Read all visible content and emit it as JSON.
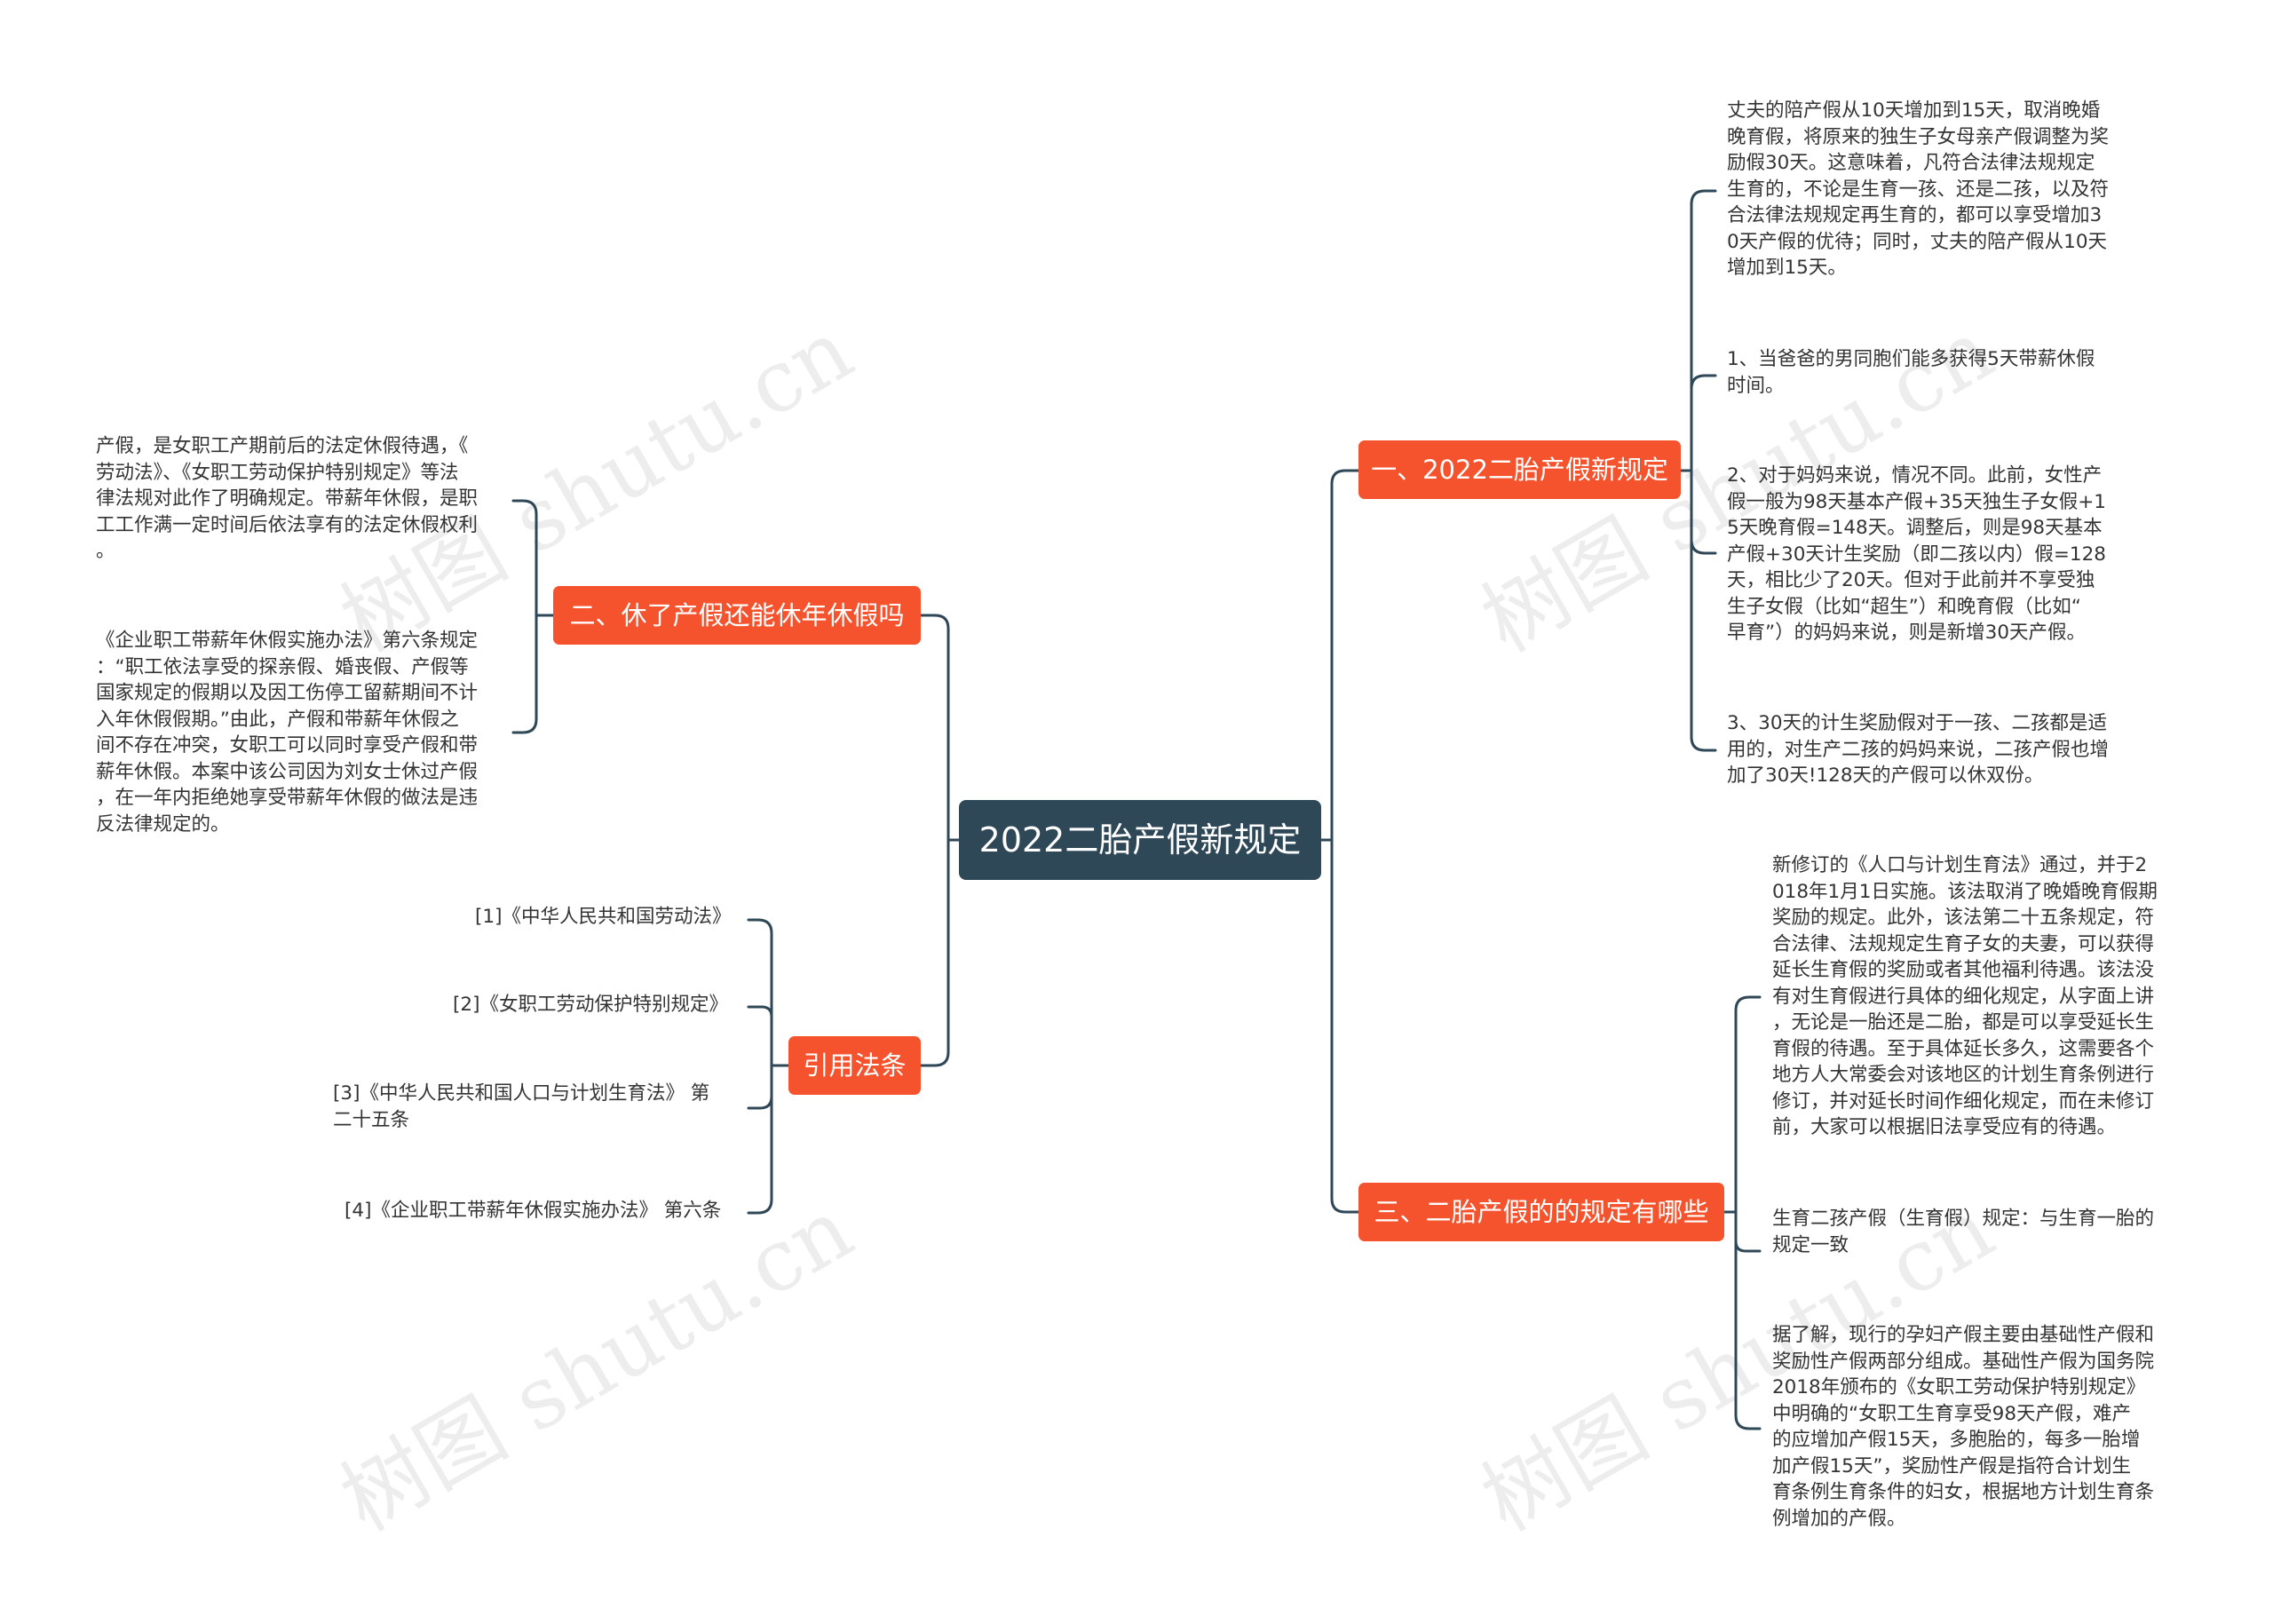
{
  "watermark": "树图 shutu.cn",
  "root": {
    "title": "2022二胎产假新规定"
  },
  "branch1": {
    "label": "一、2022二胎产假新规定",
    "leaf1": [
      "丈夫的陪产假从10天增加到15天，取消晚婚",
      "晚育假，将原来的独生子女母亲产假调整为奖",
      "励假30天。这意味着，凡符合法律法规规定",
      "生育的，不论是生育一孩、还是二孩，以及符",
      "合法律法规规定再生育的，都可以享受增加3",
      "0天产假的优待；同时，丈夫的陪产假从10天",
      "增加到15天。"
    ],
    "leaf2": [
      "1、当爸爸的男同胞们能多获得5天带薪休假",
      "时间。"
    ],
    "leaf3": [
      "2、对于妈妈来说，情况不同。此前，女性产",
      "假一般为98天基本产假+35天独生子女假+1",
      "5天晚育假=148天。调整后，则是98天基本",
      "产假+30天计生奖励（即二孩以内）假=128",
      "天，相比少了20天。但对于此前并不享受独",
      "生子女假（比如“超生”）和晚育假（比如“",
      "早育”）的妈妈来说，则是新增30天产假。"
    ],
    "leaf4": [
      "3、30天的计生奖励假对于一孩、二孩都是适",
      "用的，对生产二孩的妈妈来说，二孩产假也增",
      "加了30天!128天的产假可以休双份。"
    ]
  },
  "branch2": {
    "label": "二、休了产假还能休年休假吗",
    "leaf1": [
      "产假，是女职工产期前后的法定休假待遇，《",
      "劳动法》、《女职工劳动保护特别规定》等法",
      "律法规对此作了明确规定。带薪年休假，是职",
      "工工作满一定时间后依法享有的法定休假权利",
      "。"
    ],
    "leaf2": [
      "《企业职工带薪年休假实施办法》第六条规定",
      "：“职工依法享受的探亲假、婚丧假、产假等",
      "国家规定的假期以及因工伤停工留薪期间不计",
      "入年休假假期。”由此，产假和带薪年休假之",
      "间不存在冲突，女职工可以同时享受产假和带",
      "薪年休假。本案中该公司因为刘女士休过产假",
      "，在一年内拒绝她享受带薪年休假的做法是违",
      "反法律规定的。"
    ]
  },
  "branch3": {
    "label": "引用法条",
    "ref1": "[1]《中华人民共和国劳动法》",
    "ref2": "[2]《女职工劳动保护特别规定》",
    "ref3": [
      "[3]《中华人民共和国人口与计划生育法》 第",
      "二十五条"
    ],
    "ref4": "[4]《企业职工带薪年休假实施办法》 第六条"
  },
  "branch4": {
    "label": "三、二胎产假的的规定有哪些",
    "leaf1": [
      "新修订的《人口与计划生育法》通过，并于2",
      "018年1月1日实施。该法取消了晚婚晚育假期",
      "奖励的规定。此外，该法第二十五条规定，符",
      "合法律、法规规定生育子女的夫妻，可以获得",
      "延长生育假的奖励或者其他福利待遇。该法没",
      "有对生育假进行具体的细化规定，从字面上讲",
      "，无论是一胎还是二胎，都是可以享受延长生",
      "育假的待遇。至于具体延长多久，这需要各个",
      "地方人大常委会对该地区的计划生育条例进行",
      "修订，并对延长时间作细化规定，而在未修订",
      "前，大家可以根据旧法享受应有的待遇。"
    ],
    "leaf2": [
      "生育二孩产假（生育假）规定：与生育一胎的",
      "规定一致"
    ],
    "leaf3": [
      "据了解，现行的孕妇产假主要由基础性产假和",
      "奖励性产假两部分组成。基础性产假为国务院",
      "2018年颁布的《女职工劳动保护特别规定》",
      "中明确的“女职工生育享受98天产假，难产",
      "的应增加产假15天，多胞胎的，每多一胎增",
      "加产假15天”，奖励性产假是指符合计划生",
      "育条例生育条件的妇女，根据地方计划生育条",
      "例增加的产假。"
    ]
  }
}
